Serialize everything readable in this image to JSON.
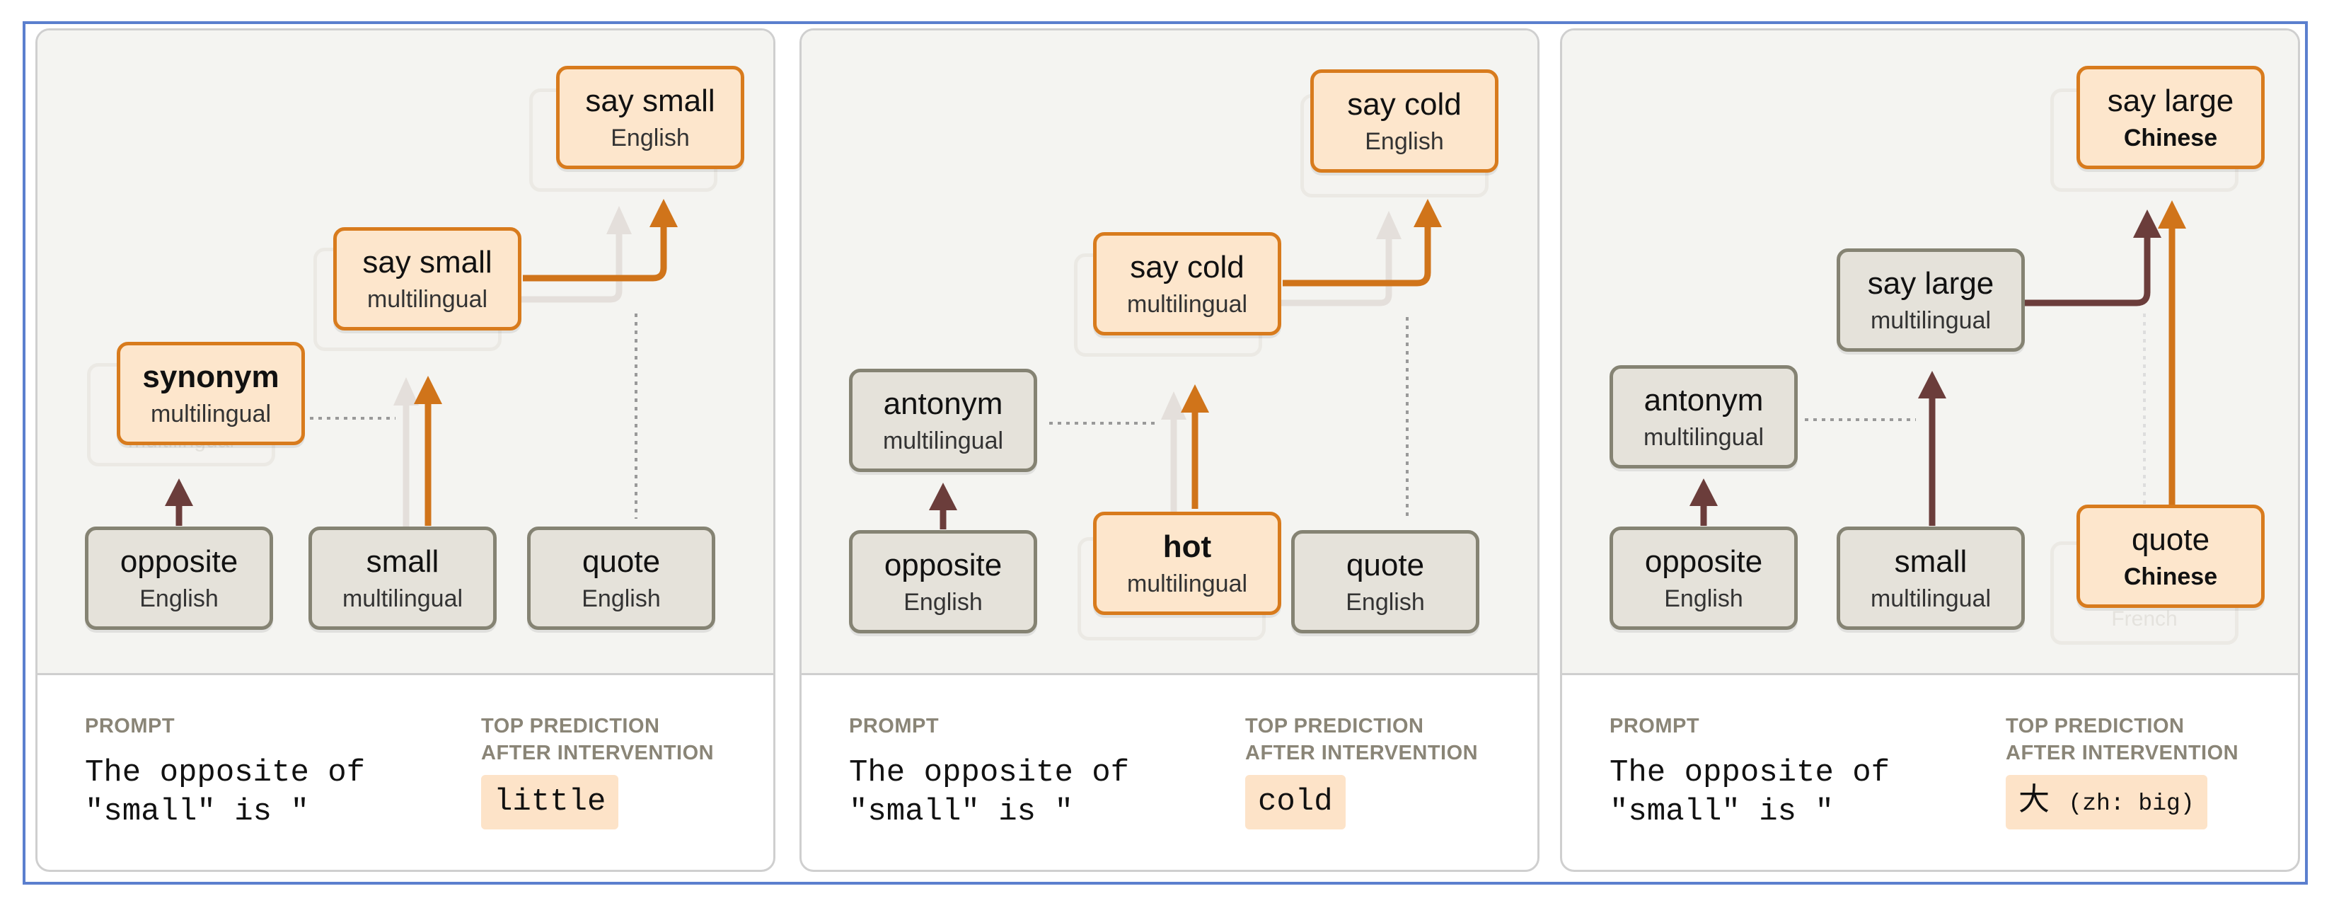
{
  "panels": [
    {
      "nodes": {
        "opposite": {
          "main": "opposite",
          "sub": "English"
        },
        "small": {
          "main": "small",
          "sub": "multilingual"
        },
        "quote": {
          "main": "quote",
          "sub": "English"
        },
        "synonym": {
          "main": "synonym",
          "sub": "multilingual"
        },
        "say_mid": {
          "main": "say small",
          "sub": "multilingual"
        },
        "say_top": {
          "main": "say small",
          "sub": "English"
        },
        "ghost_sub": "multilingual"
      },
      "prompt_label": "PROMPT",
      "prompt_text": "The opposite of\n\"small\" is \"",
      "pred_label_1": "TOP PREDICTION",
      "pred_label_2": "AFTER INTERVENTION",
      "prediction": "little",
      "prediction_note": ""
    },
    {
      "nodes": {
        "opposite": {
          "main": "opposite",
          "sub": "English"
        },
        "hot": {
          "main": "hot",
          "sub": "multilingual"
        },
        "quote": {
          "main": "quote",
          "sub": "English"
        },
        "antonym": {
          "main": "antonym",
          "sub": "multilingual"
        },
        "say_mid": {
          "main": "say cold",
          "sub": "multilingual"
        },
        "say_top": {
          "main": "say cold",
          "sub": "English"
        }
      },
      "prompt_label": "PROMPT",
      "prompt_text": "The opposite of\n\"small\" is \"",
      "pred_label_1": "TOP PREDICTION",
      "pred_label_2": "AFTER INTERVENTION",
      "prediction": "cold",
      "prediction_note": ""
    },
    {
      "nodes": {
        "opposite": {
          "main": "opposite",
          "sub": "English"
        },
        "small": {
          "main": "small",
          "sub": "multilingual"
        },
        "quote": {
          "main": "quote",
          "sub": "Chinese"
        },
        "antonym": {
          "main": "antonym",
          "sub": "multilingual"
        },
        "say_mid": {
          "main": "say large",
          "sub": "multilingual"
        },
        "say_top": {
          "main": "say large",
          "sub": "Chinese"
        },
        "ghost_sub": "French"
      },
      "prompt_label": "PROMPT",
      "prompt_text": "The opposite of\n\"small\" is \"",
      "pred_label_1": "TOP PREDICTION",
      "pred_label_2": "AFTER INTERVENTION",
      "prediction": "大",
      "prediction_note": "(zh: big)"
    }
  ],
  "colors": {
    "active_border": "#d87b1d",
    "active_fill": "#fde6cc",
    "node_border": "#858373",
    "node_fill": "#e5e2da",
    "arrow_active": "#d0741a",
    "arrow_dark": "#6b3d3b",
    "arrow_ghost": "#e4dfdb"
  }
}
